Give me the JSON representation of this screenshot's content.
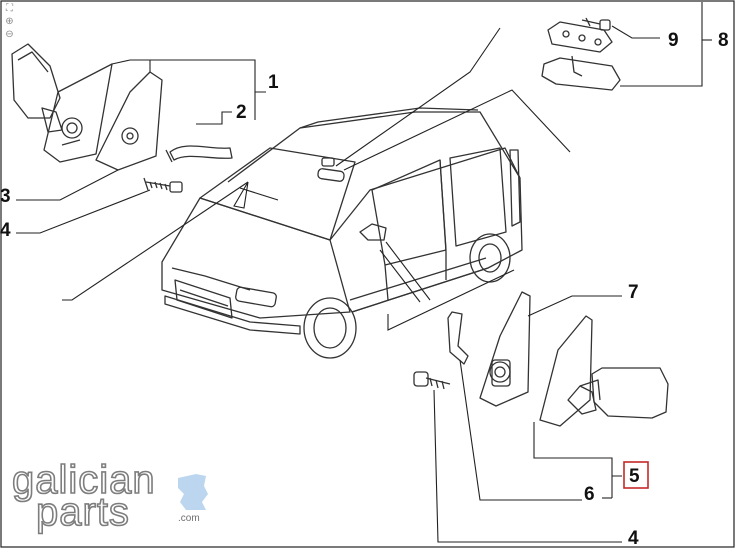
{
  "toolbar": {
    "items": [
      {
        "icon": "fit-page-icon",
        "glyph": "⛶"
      },
      {
        "icon": "zoom-in-icon",
        "glyph": "⊕"
      },
      {
        "icon": "zoom-out-icon",
        "glyph": "⊖"
      }
    ]
  },
  "callouts": {
    "c1": "1",
    "c2": "2",
    "c3": "3",
    "c4a": "4",
    "c4b": "4",
    "c5": "5",
    "c6": "6",
    "c7": "7",
    "c8": "8",
    "c9": "9"
  },
  "highlight_color": "#c62828",
  "logo": {
    "line1": "galician",
    "line2": "parts",
    "suffix": ".com",
    "map_color": "#bcd6f0"
  }
}
